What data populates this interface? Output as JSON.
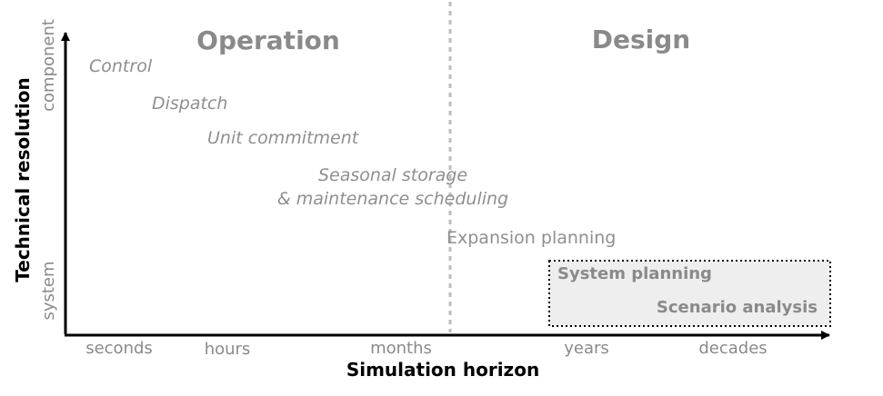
{
  "headings": {
    "operation": "Operation",
    "design": "Design"
  },
  "stages": {
    "control": "Control",
    "dispatch": "Dispatch",
    "unit_commitment": "Unit commitment",
    "seasonal_storage_line1": "Seasonal storage",
    "seasonal_storage_line2": "& maintenance scheduling",
    "expansion_planning": "Expansion planning",
    "system_planning": "System planning",
    "scenario_analysis": "Scenario analysis"
  },
  "x_axis": {
    "title": "Simulation horizon",
    "ticks": [
      "seconds",
      "hours",
      "months",
      "years",
      "decades"
    ]
  },
  "y_axis": {
    "title": "Technical resolution",
    "top_label": "component",
    "bottom_label": "system"
  },
  "colors": {
    "text_gray": "#8a8a8a",
    "axis": "#000000",
    "divider": "#bdbdbd",
    "highlight_fill": "#eeeeee"
  }
}
